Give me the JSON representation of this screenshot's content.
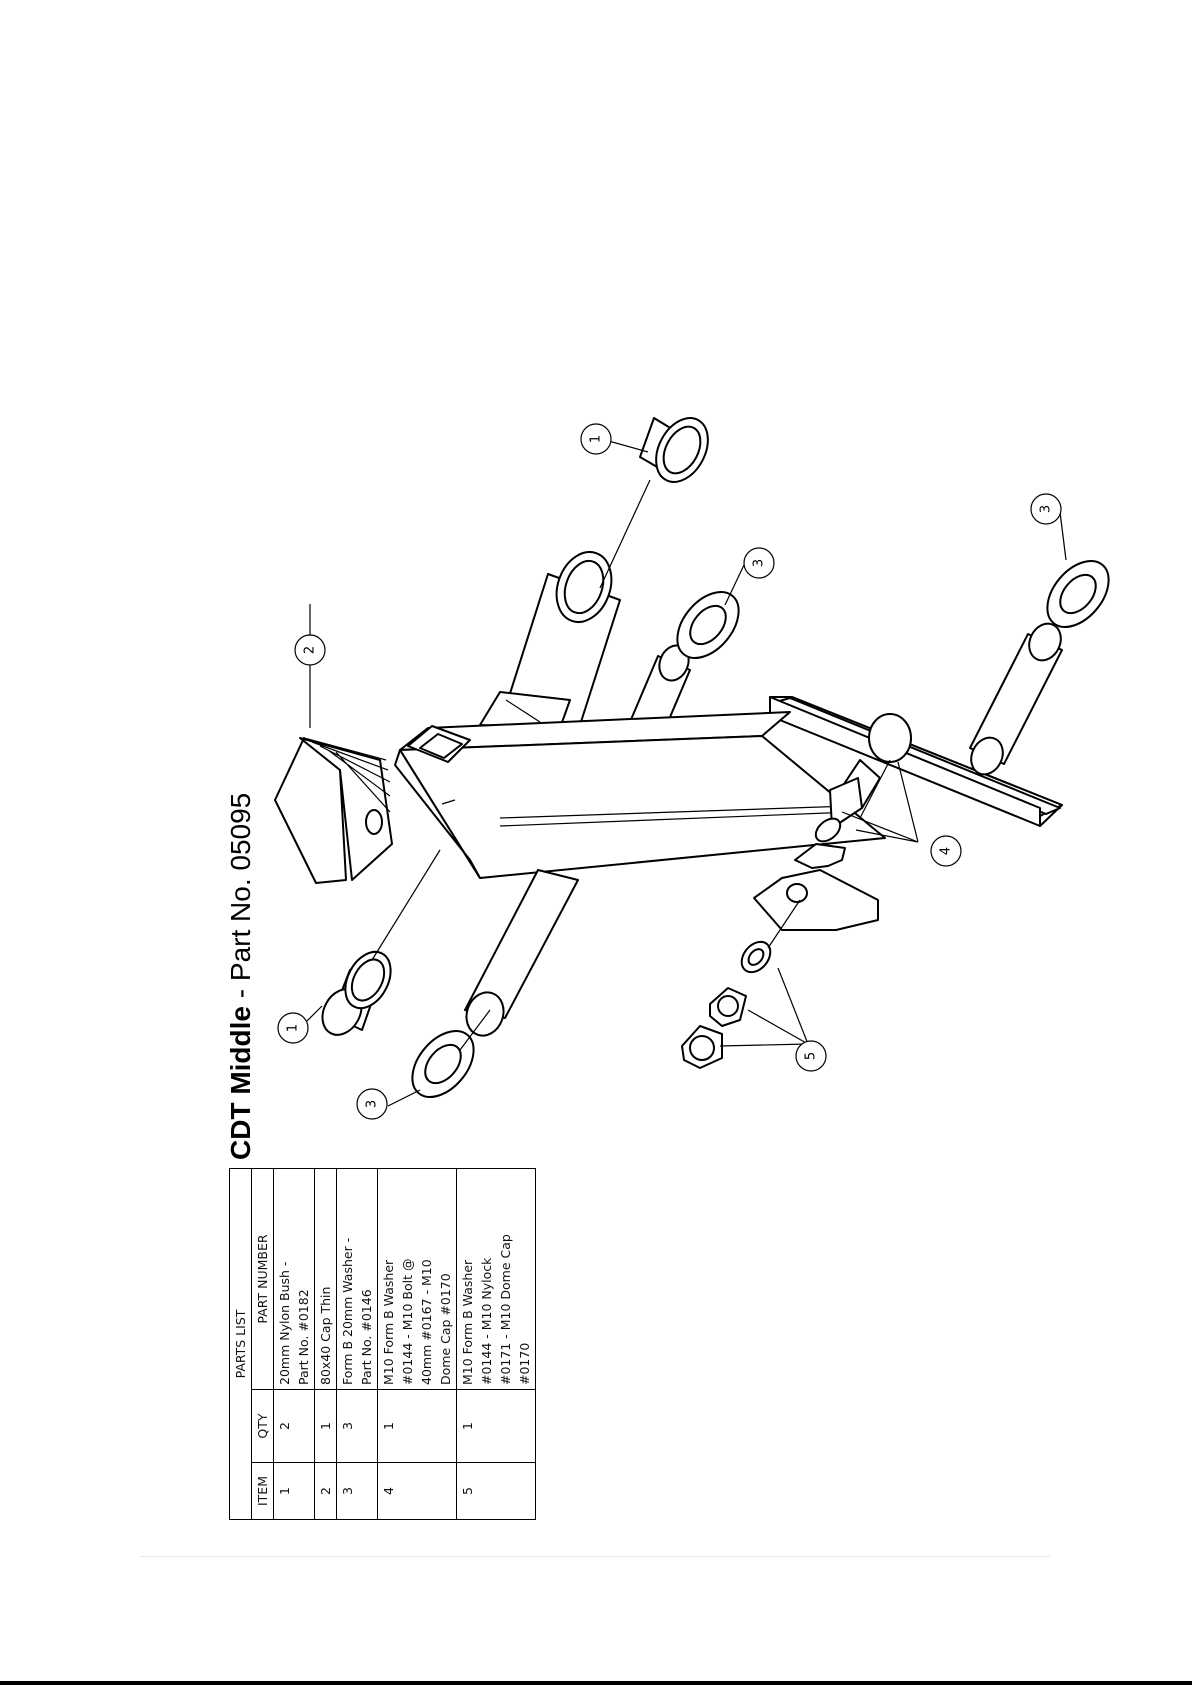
{
  "title": {
    "name": "CDT Middle",
    "separator": " - ",
    "part_no": "Part No. 05095"
  },
  "parts_list": {
    "heading": "PARTS LIST",
    "columns": [
      "ITEM",
      "QTY",
      "PART NUMBER"
    ],
    "rows": [
      {
        "item": "1",
        "qty": "2",
        "lines": [
          "20mm Nylon Bush -",
          "Part No. #0182"
        ]
      },
      {
        "item": "2",
        "qty": "1",
        "lines": [
          "80x40 Cap Thin"
        ]
      },
      {
        "item": "3",
        "qty": "3",
        "lines": [
          "Form B 20mm Washer -",
          "Part No. #0146"
        ]
      },
      {
        "item": "4",
        "qty": "1",
        "lines": [
          "M10 Form B Washer",
          "#0144 - M10 Bolt @",
          "40mm #0167 - M10",
          "Dome Cap #0170"
        ]
      },
      {
        "item": "5",
        "qty": "1",
        "lines": [
          "M10 Form B Washer",
          "#0144 - M10 Nylock",
          "#0171 - M10 Dome Cap",
          "#0170"
        ]
      }
    ]
  },
  "balloons": [
    "1",
    "1",
    "2",
    "3",
    "3",
    "3",
    "4",
    "5"
  ]
}
